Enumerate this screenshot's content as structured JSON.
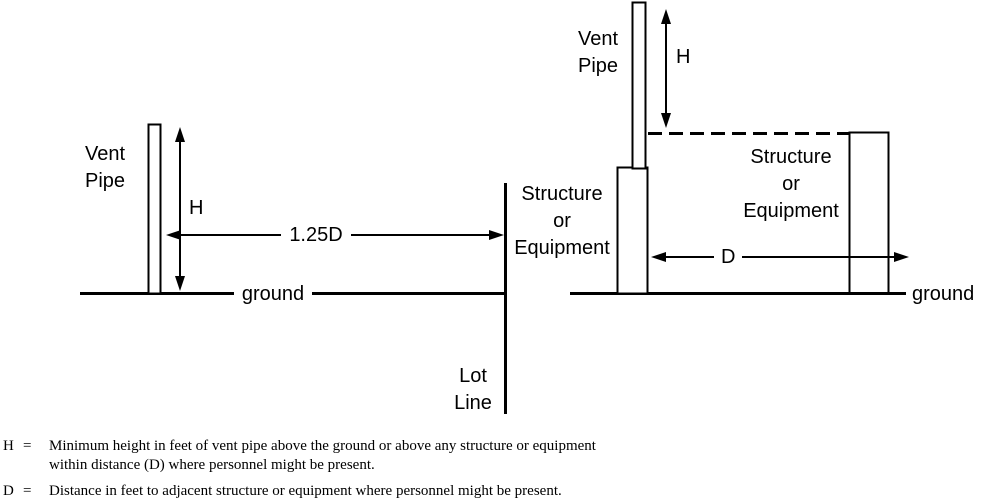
{
  "diagram": {
    "left": {
      "vent_pipe_label": "Vent\nPipe",
      "height_label": "H",
      "distance_label": "1.25D",
      "ground_label": "ground",
      "structure_label": "Structure\nor\nEquipment",
      "lot_line_label": "Lot\nLine"
    },
    "right": {
      "vent_pipe_label": "Vent\nPipe",
      "height_label": "H",
      "distance_label": "D",
      "ground_label": "ground",
      "structure_label": "Structure\nor\nEquipment"
    },
    "line_color": "#000000",
    "background_color": "#ffffff"
  },
  "notes": [
    {
      "term": "H",
      "eq": "=",
      "line1": "Minimum height in feet of vent pipe above the ground or above any structure or equipment",
      "line2": "within distance (D) where personnel might be present."
    },
    {
      "term": "D",
      "eq": "=",
      "line1": "Distance in feet to adjacent structure or equipment where personnel might be present."
    }
  ]
}
